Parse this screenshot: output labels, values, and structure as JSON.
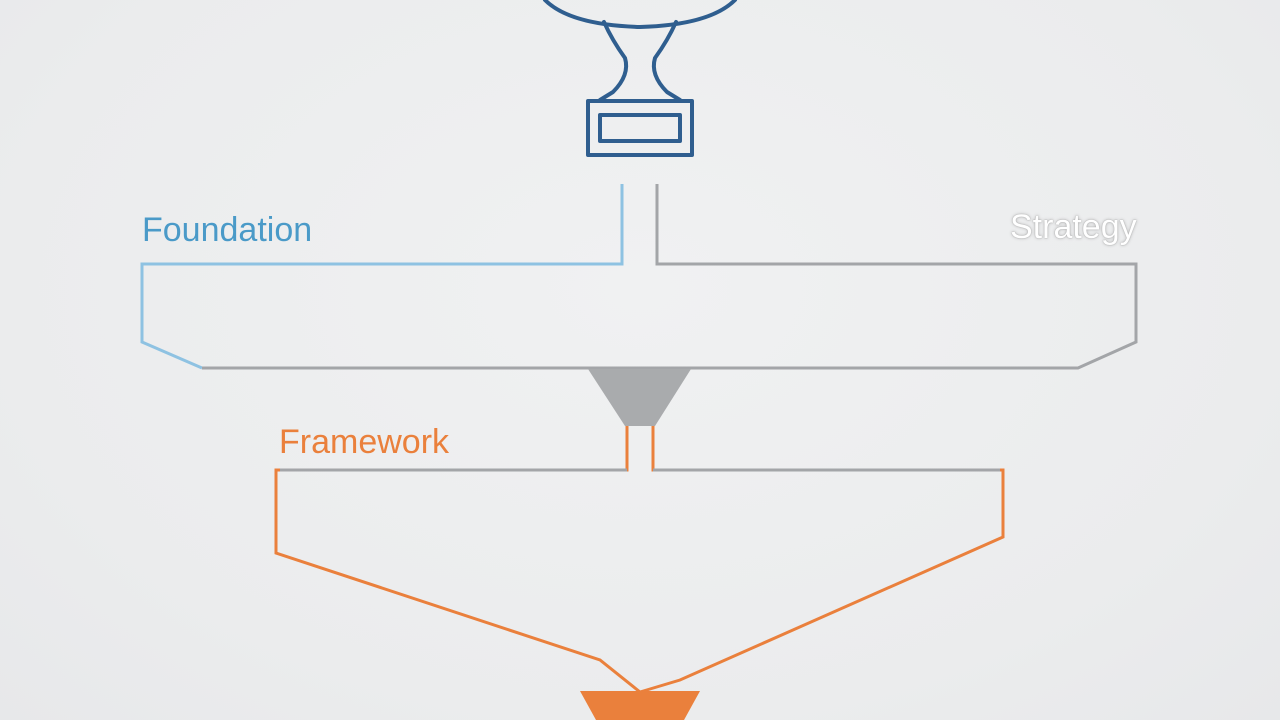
{
  "colors": {
    "background": "#eeeff0",
    "trophy_blue": "#2f5e8f",
    "foundation_blue": "#4a9ac8",
    "strategy_gray": "#a3a5a8",
    "framework_orange": "#ea803c",
    "funnel_gray": "#a9abad"
  },
  "icons": {
    "top": "trophy-icon"
  },
  "labels": {
    "foundation": "Foundation",
    "strategy": "Strategy",
    "framework": "Framework"
  }
}
